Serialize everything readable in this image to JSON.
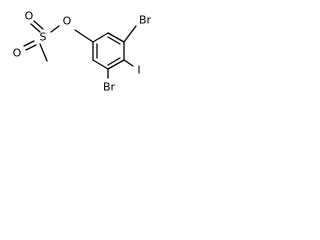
{
  "molecule": {
    "atoms": {
      "o_ester": "O",
      "s": "S",
      "o_top": "O",
      "o_bottom": "O",
      "br_top": "Br",
      "iodine": "I",
      "br_bottom": "Br"
    }
  }
}
